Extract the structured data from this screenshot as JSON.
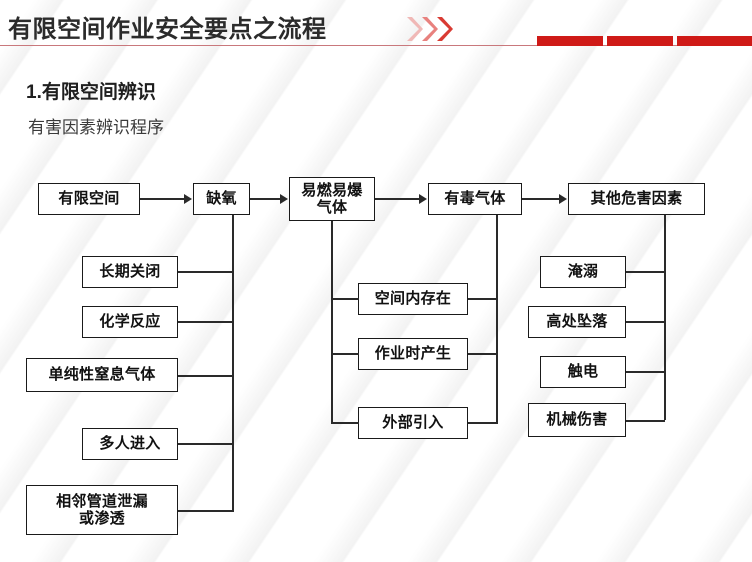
{
  "header": {
    "title": "有限空间作业安全要点之流程",
    "chevron_icon": "double-chevron-right-icon",
    "accent_color": "#cf1a17",
    "rule_color": "#c9787c",
    "blocks": [
      "red-block-1",
      "red-block-2",
      "red-block-3"
    ]
  },
  "section": {
    "number_title": "1.有限空间辨识",
    "subtitle": "有害因素辨识程序"
  },
  "flow": {
    "top_row": [
      {
        "id": "confined-space",
        "label": "有限空间"
      },
      {
        "id": "oxygen-deficiency",
        "label": "缺氧"
      },
      {
        "id": "flammable-explosive-gas",
        "label": "易燃易爆\n气体"
      },
      {
        "id": "toxic-gas",
        "label": "有毒气体"
      },
      {
        "id": "other-hazard-factors",
        "label": "其他危害因素"
      }
    ],
    "left_branch": {
      "parent": "缺氧",
      "items": [
        {
          "id": "long-term-closed",
          "label": "长期关闭"
        },
        {
          "id": "chemical-reaction",
          "label": "化学反应"
        },
        {
          "id": "simple-asphyxiant-gas",
          "label": "单纯性窒息气体"
        },
        {
          "id": "multiple-people-entry",
          "label": "多人进入"
        },
        {
          "id": "adjacent-pipe-leak",
          "label": "相邻管道泄漏\n或渗透"
        }
      ]
    },
    "middle_branch": {
      "parents": [
        "易燃易爆气体",
        "有毒气体"
      ],
      "items": [
        {
          "id": "exists-in-space",
          "label": "空间内存在"
        },
        {
          "id": "generated-during-work",
          "label": "作业时产生"
        },
        {
          "id": "introduced-externally",
          "label": "外部引入"
        }
      ]
    },
    "right_branch": {
      "parent": "其他危害因素",
      "items": [
        {
          "id": "drowning",
          "label": "淹溺"
        },
        {
          "id": "fall-from-height",
          "label": "高处坠落"
        },
        {
          "id": "electric-shock",
          "label": "触电"
        },
        {
          "id": "mechanical-injury",
          "label": "机械伤害"
        }
      ]
    }
  }
}
